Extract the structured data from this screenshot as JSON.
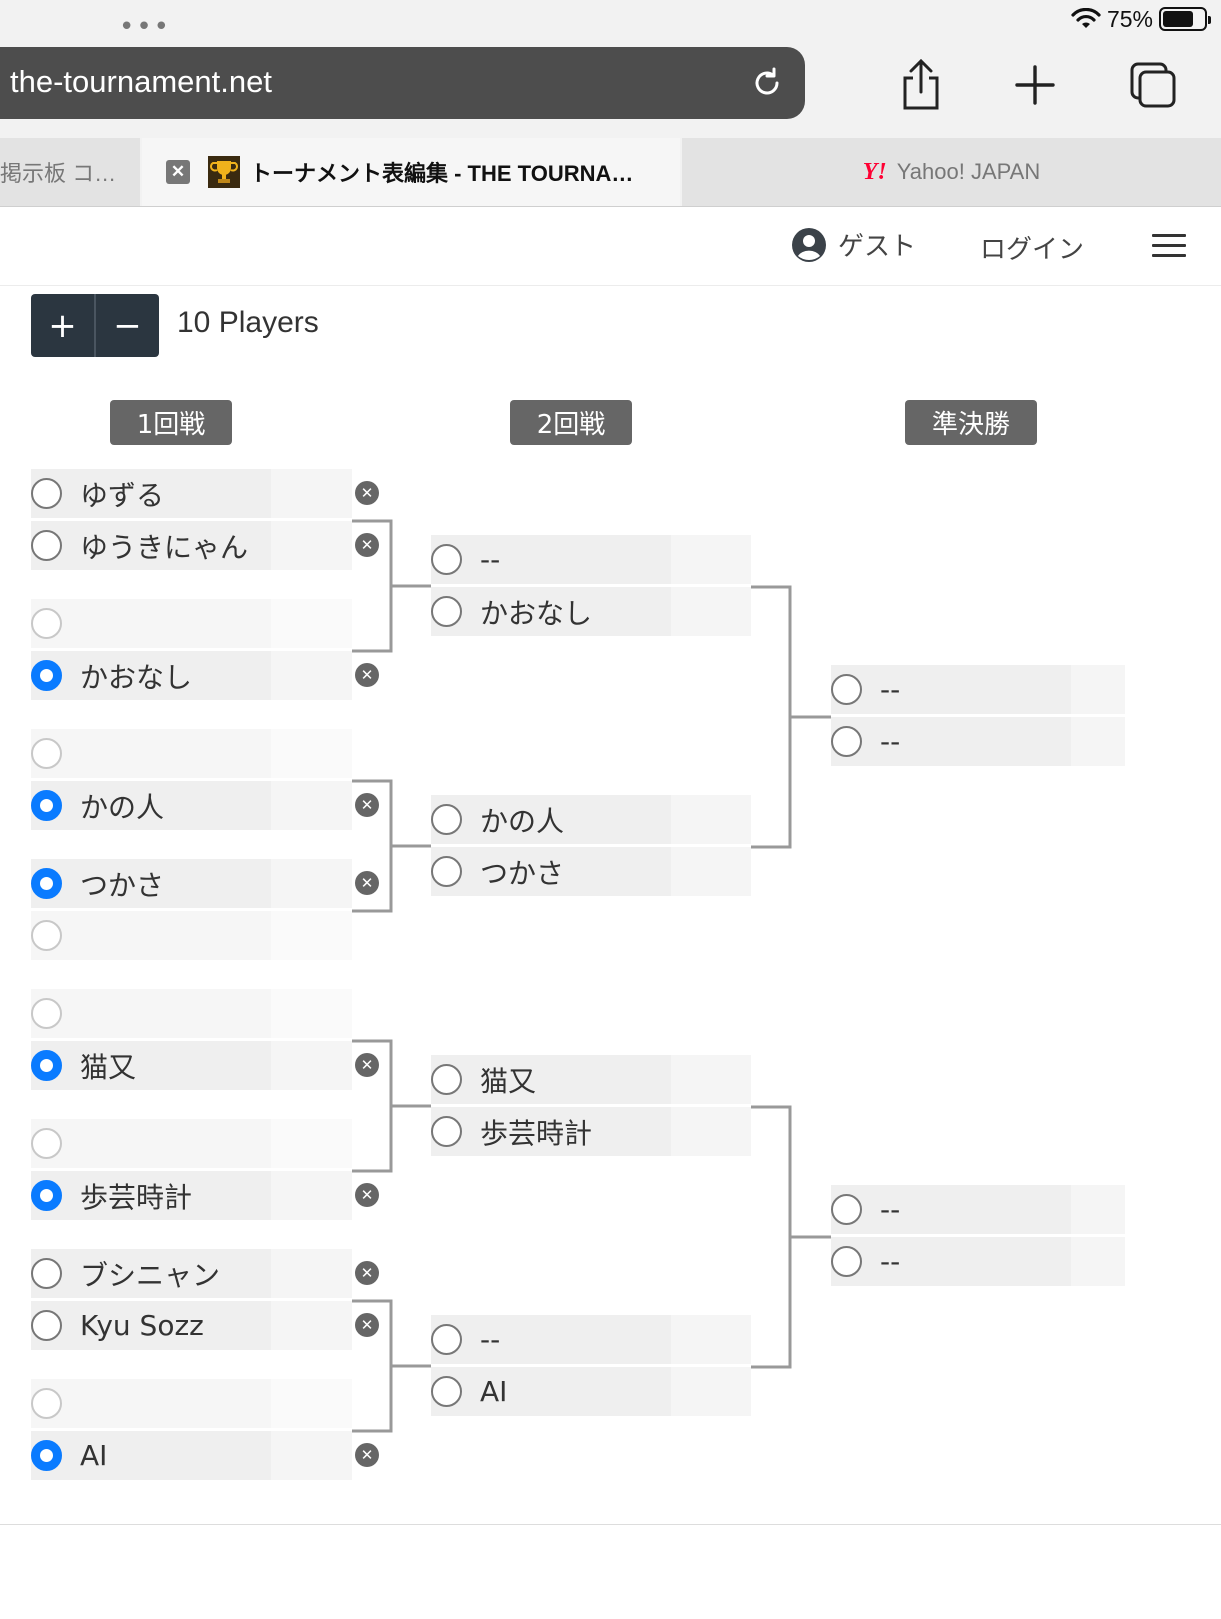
{
  "status_bar": {
    "dots": "•••",
    "battery": "75%",
    "battery_level": 0.75
  },
  "browser": {
    "url": "the-tournament.net",
    "tabs": [
      {
        "label": "掲示板 コ…",
        "active": false
      },
      {
        "label": "トーナメント表編集 - THE TOURNA…",
        "active": true
      },
      {
        "label": "Yahoo! JAPAN",
        "active": false
      }
    ],
    "yahoo_logo": "Y!"
  },
  "header": {
    "guest": "ゲスト",
    "login": "ログイン"
  },
  "controls": {
    "plus": "+",
    "minus": "−",
    "players": "10 Players"
  },
  "rounds": [
    "1回戦",
    "2回戦",
    "準決勝"
  ],
  "round1": [
    {
      "name": "ゆずる",
      "selected": false,
      "empty": false
    },
    {
      "name": "ゆうきにゃん",
      "selected": false,
      "empty": false
    },
    {
      "name": "",
      "selected": false,
      "empty": true
    },
    {
      "name": "かおなし",
      "selected": true,
      "empty": false
    },
    {
      "name": "",
      "selected": false,
      "empty": true
    },
    {
      "name": "かの人",
      "selected": true,
      "empty": false
    },
    {
      "name": "つかさ",
      "selected": true,
      "empty": false
    },
    {
      "name": "",
      "selected": false,
      "empty": true
    },
    {
      "name": "",
      "selected": false,
      "empty": true
    },
    {
      "name": "猫又",
      "selected": true,
      "empty": false
    },
    {
      "name": "",
      "selected": false,
      "empty": true
    },
    {
      "name": "歩芸時計",
      "selected": true,
      "empty": false
    },
    {
      "name": "ブシニャン",
      "selected": false,
      "empty": false
    },
    {
      "name": "Kyu Sozz",
      "selected": false,
      "empty": false
    },
    {
      "name": "",
      "selected": false,
      "empty": true
    },
    {
      "name": "AI",
      "selected": true,
      "empty": false
    }
  ],
  "round2": [
    {
      "name": "--"
    },
    {
      "name": "かおなし"
    },
    {
      "name": "かの人"
    },
    {
      "name": "つかさ"
    },
    {
      "name": "猫又"
    },
    {
      "name": "歩芸時計"
    },
    {
      "name": "--"
    },
    {
      "name": "AI"
    }
  ],
  "semifinal": [
    {
      "name": "--"
    },
    {
      "name": "--"
    },
    {
      "name": "--"
    },
    {
      "name": "--"
    }
  ]
}
